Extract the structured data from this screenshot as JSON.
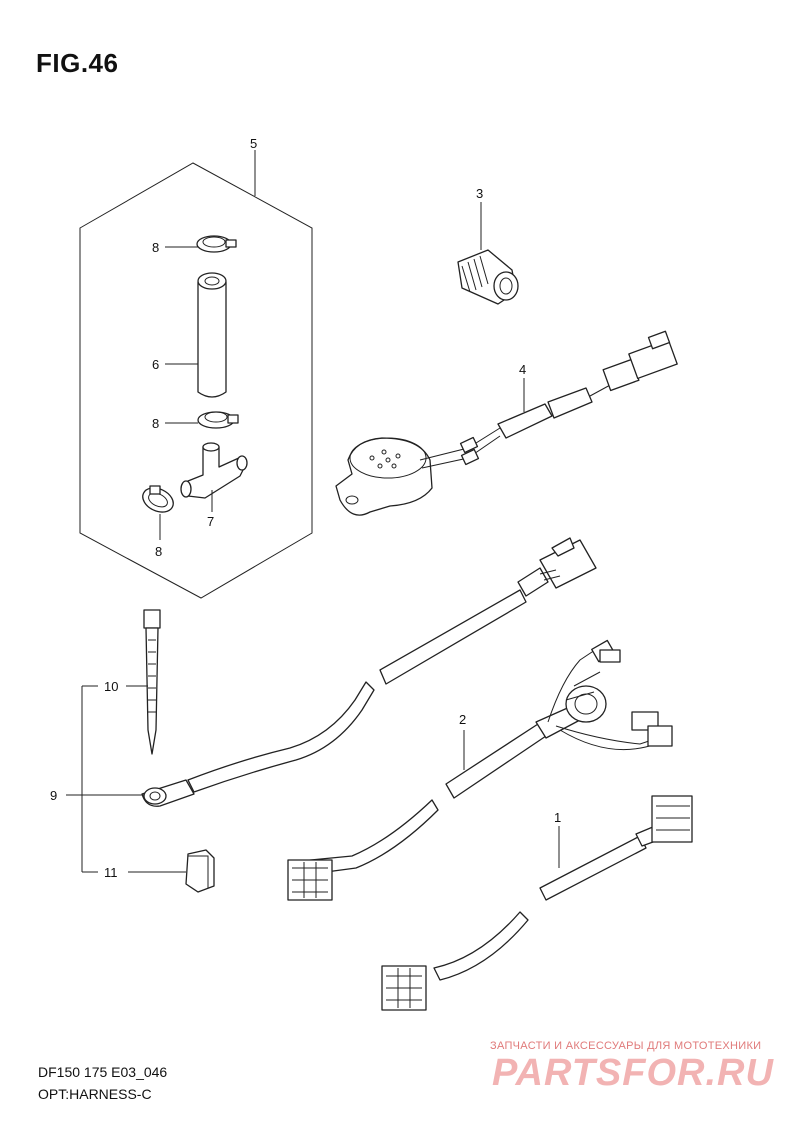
{
  "figure": {
    "title": "FIG.46",
    "code": "DF150 175 E03_046",
    "name": "OPT:HARNESS-C"
  },
  "callouts": {
    "c1": "1",
    "c2": "2",
    "c3": "3",
    "c4": "4",
    "c5": "5",
    "c6": "6",
    "c7": "7",
    "c8a": "8",
    "c8b": "8",
    "c8c": "8",
    "c9": "9",
    "c10": "10",
    "c11": "11"
  },
  "watermark": {
    "tagline": "ЗАПЧАСТИ И АКСЕССУАРЫ ДЛЯ МОТОТЕХНИКИ",
    "logo": "PARTSFOR.RU",
    "color": "#e06060"
  }
}
